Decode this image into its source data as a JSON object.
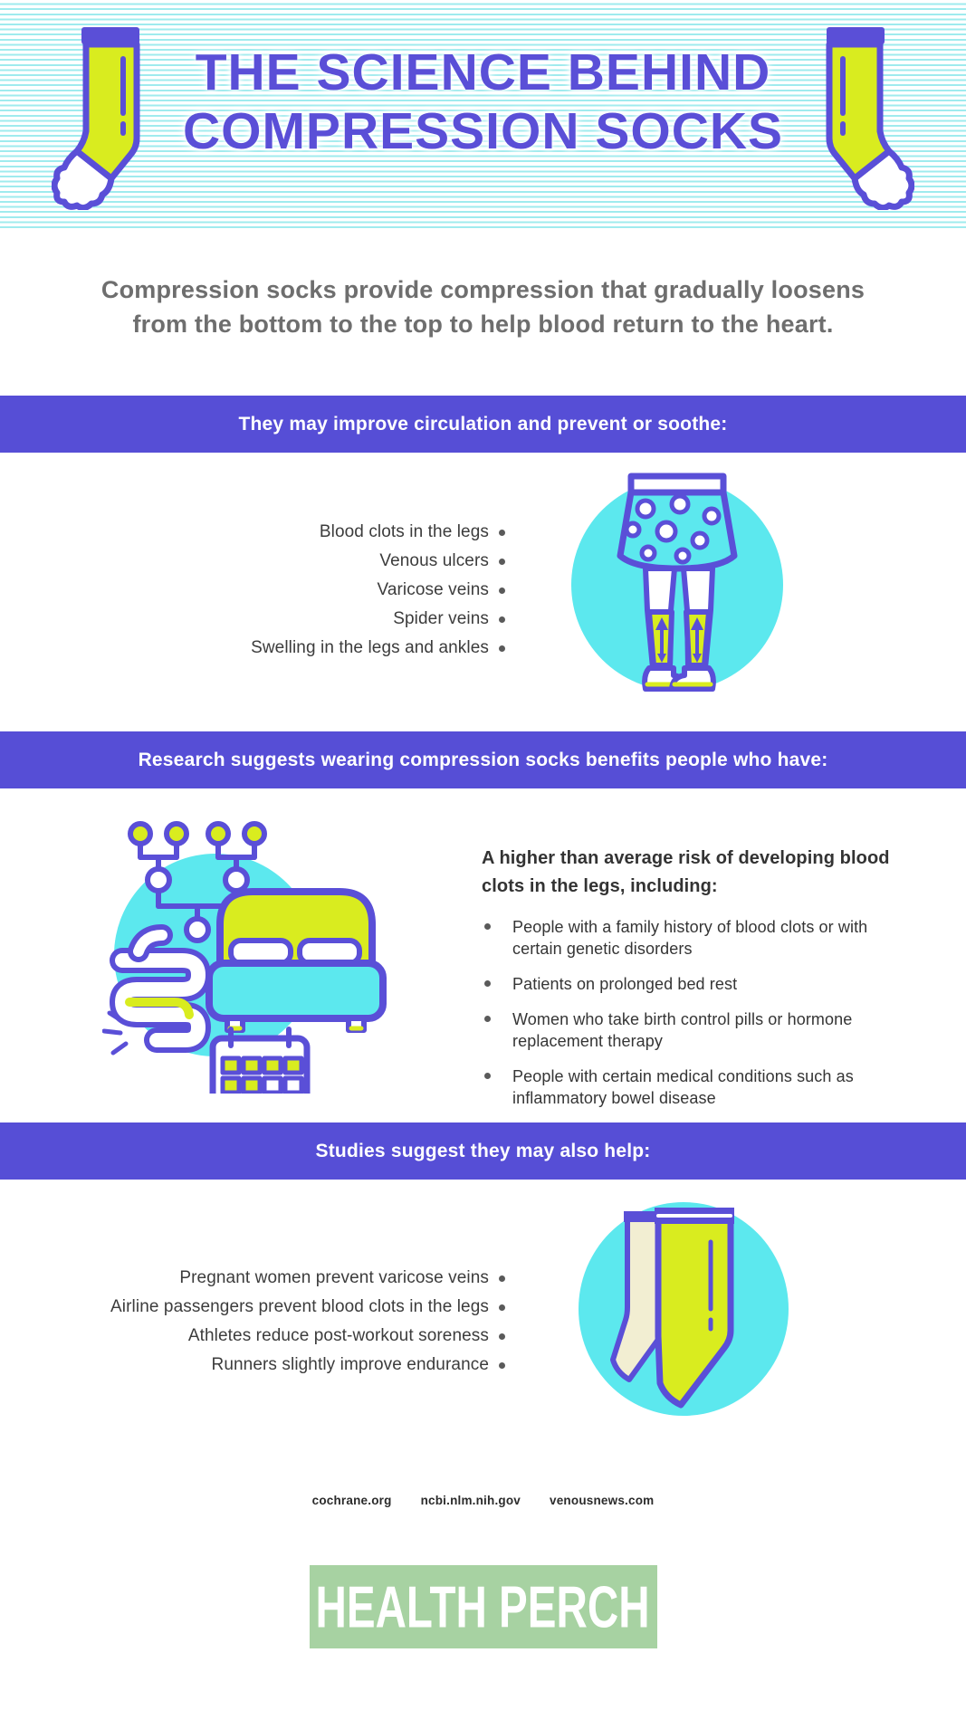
{
  "colors": {
    "purple": "#5a4fd7",
    "banner_purple": "#564ed6",
    "cyan": "#5ce8ee",
    "stripe_cyan": "#9febee",
    "yellow_green": "#d9ec1f",
    "cream": "#f2eed2",
    "intro_gray": "#6e6e6e",
    "body_text": "#3c3c3c",
    "logo_green": "#a7d2a2"
  },
  "header": {
    "title_line1": "THE SCIENCE BEHIND",
    "title_line2": "COMPRESSION SOCKS"
  },
  "intro": {
    "line1": "Compression socks provide compression that gradually loosens",
    "line2": "from the bottom to the top to help blood return to the heart."
  },
  "sections": [
    {
      "banner": "They may improve circulation and prevent or soothe:",
      "items": [
        "Blood clots in the legs",
        "Venous ulcers",
        "Varicose veins",
        "Spider veins",
        "Swelling in the legs and ankles"
      ]
    },
    {
      "banner": "Research suggests wearing compression socks benefits people who have:",
      "heading": "A higher than average risk of developing blood clots in the legs, including:",
      "items": [
        "People with a family history of blood clots or with certain genetic disorders",
        "Patients on prolonged bed rest",
        "Women who take birth control pills or hormone replacement therapy",
        "People with certain medical conditions such as inflammatory bowel disease"
      ]
    },
    {
      "banner": "Studies suggest they may also help:",
      "items": [
        "Pregnant women prevent varicose veins",
        "Airline passengers prevent blood clots in the legs",
        "Athletes reduce post-workout soreness",
        "Runners slightly improve endurance"
      ]
    }
  ],
  "footer": {
    "sources": [
      "cochrane.org",
      "ncbi.nlm.nih.gov",
      "venousnews.com"
    ],
    "logo_text": "HEALTH PERCH"
  }
}
